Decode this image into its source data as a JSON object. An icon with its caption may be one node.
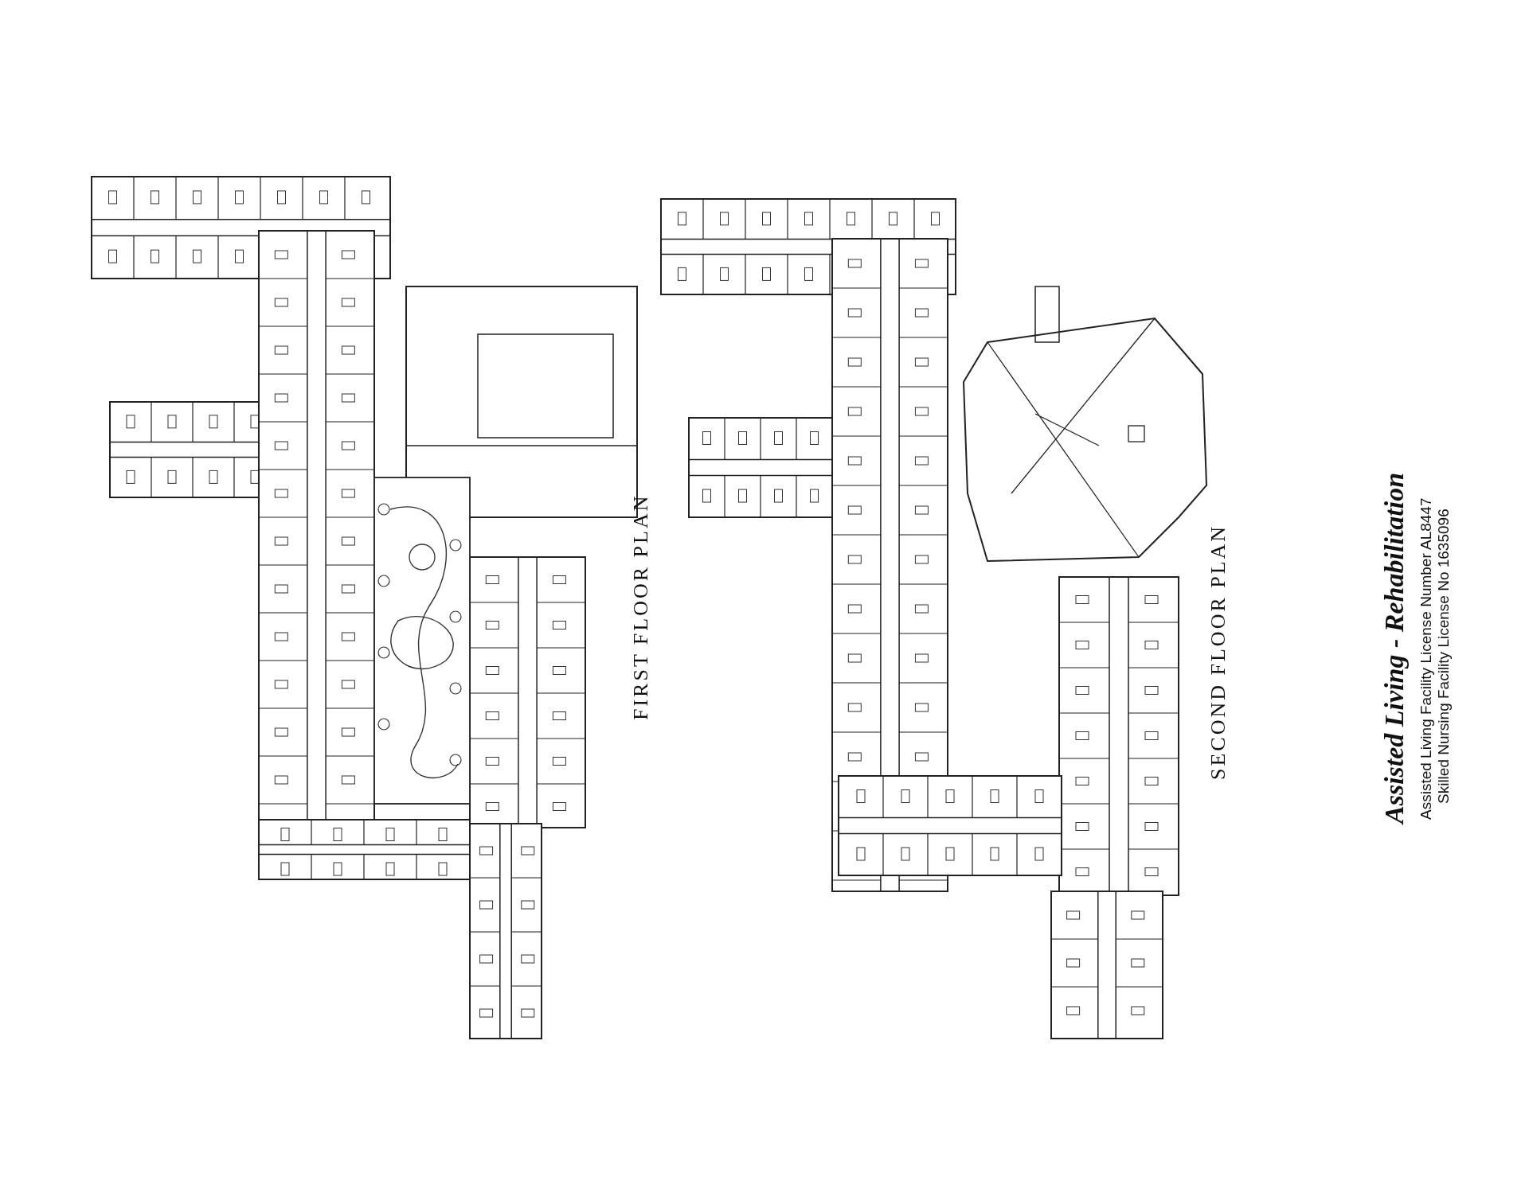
{
  "diagram": {
    "labels": [
      "FIRST FLOOR PLAN",
      "SECOND FLOOR PLAN",
      "Assisted Living - Rehabilitation",
      "Assisted Living Facility License Number AL8447",
      "Skilled Nursing Facility License No 1635096"
    ]
  }
}
